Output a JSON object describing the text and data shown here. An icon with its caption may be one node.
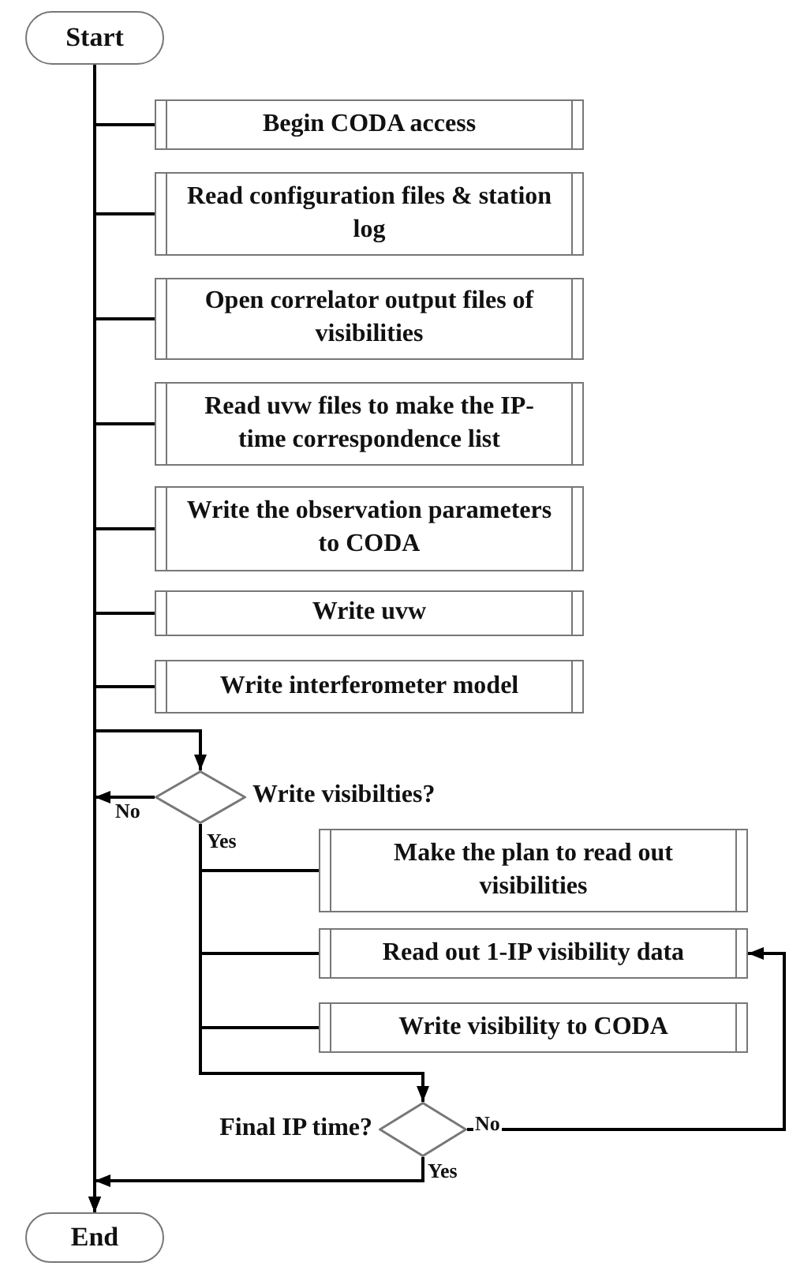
{
  "diagram": {
    "nodes": [
      {
        "text": [
          "Start"
        ]
      },
      {
        "text": [
          "Begin CODA access"
        ]
      },
      {
        "text": [
          "Read configuration files & station log"
        ]
      },
      {
        "text": [
          "Open correlator output files of visibilities"
        ]
      },
      {
        "text": [
          "Read uvw files to make the IP-time correspondence list"
        ]
      },
      {
        "text": [
          "Write the observation parameters to CODA"
        ]
      },
      {
        "text": [
          "Write uvw"
        ]
      },
      {
        "text": [
          "Write interferometer model"
        ]
      },
      {
        "text": [
          "Write visibilties?"
        ]
      },
      {
        "text": [
          "Make the plan to read out visibilities"
        ]
      },
      {
        "text": [
          "Read out 1-IP visibility data"
        ]
      },
      {
        "text": [
          "Write visibility to CODA"
        ]
      },
      {
        "text": [
          "Final IP time?"
        ]
      },
      {
        "text": [
          "End"
        ]
      }
    ],
    "edges": [
      {
        "from": 0,
        "to": 1,
        "arrow": "none"
      },
      {
        "from": 0,
        "to": 2,
        "arrow": "none"
      },
      {
        "from": 0,
        "to": 3,
        "arrow": "none"
      },
      {
        "from": 0,
        "to": 4,
        "arrow": "none"
      },
      {
        "from": 0,
        "to": 5,
        "arrow": "none"
      },
      {
        "from": 0,
        "to": 6,
        "arrow": "none"
      },
      {
        "from": 0,
        "to": 7,
        "arrow": "none"
      },
      {
        "from": 0,
        "to": 8,
        "arrow": "to"
      },
      {
        "from": 0,
        "to": 13,
        "arrow": "to"
      },
      {
        "from": 8,
        "to": 13,
        "arrow": "to",
        "label": "No"
      },
      {
        "from": 8,
        "to": 9,
        "arrow": "none",
        "label": "Yes"
      },
      {
        "from": 8,
        "to": 10,
        "arrow": "none"
      },
      {
        "from": 8,
        "to": 11,
        "arrow": "none"
      },
      {
        "from": 8,
        "to": 12,
        "arrow": "to"
      },
      {
        "from": 12,
        "to": 10,
        "arrow": "to",
        "label": "No"
      },
      {
        "from": 12,
        "to": 13,
        "arrow": "to",
        "label": "Yes"
      }
    ]
  }
}
